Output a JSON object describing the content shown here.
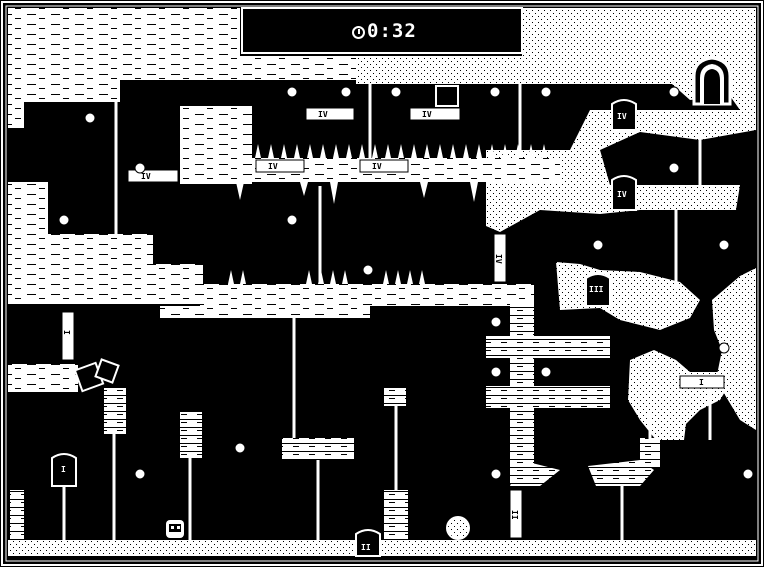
{
  "hud": {
    "timer": "0:32"
  },
  "tile_labels": [
    "IV",
    "IV",
    "IV",
    "IV",
    "IV",
    "IV",
    "IV",
    "IV",
    "III",
    "II",
    "II",
    "I",
    "I",
    "I"
  ],
  "colors": {
    "background": "#000000",
    "foreground": "#ffffff"
  },
  "icons": [
    "clock-icon",
    "coin-icon",
    "spike-icon",
    "door-icon",
    "exit-arch-icon",
    "player-icon",
    "crate-icon",
    "boulder-icon"
  ]
}
